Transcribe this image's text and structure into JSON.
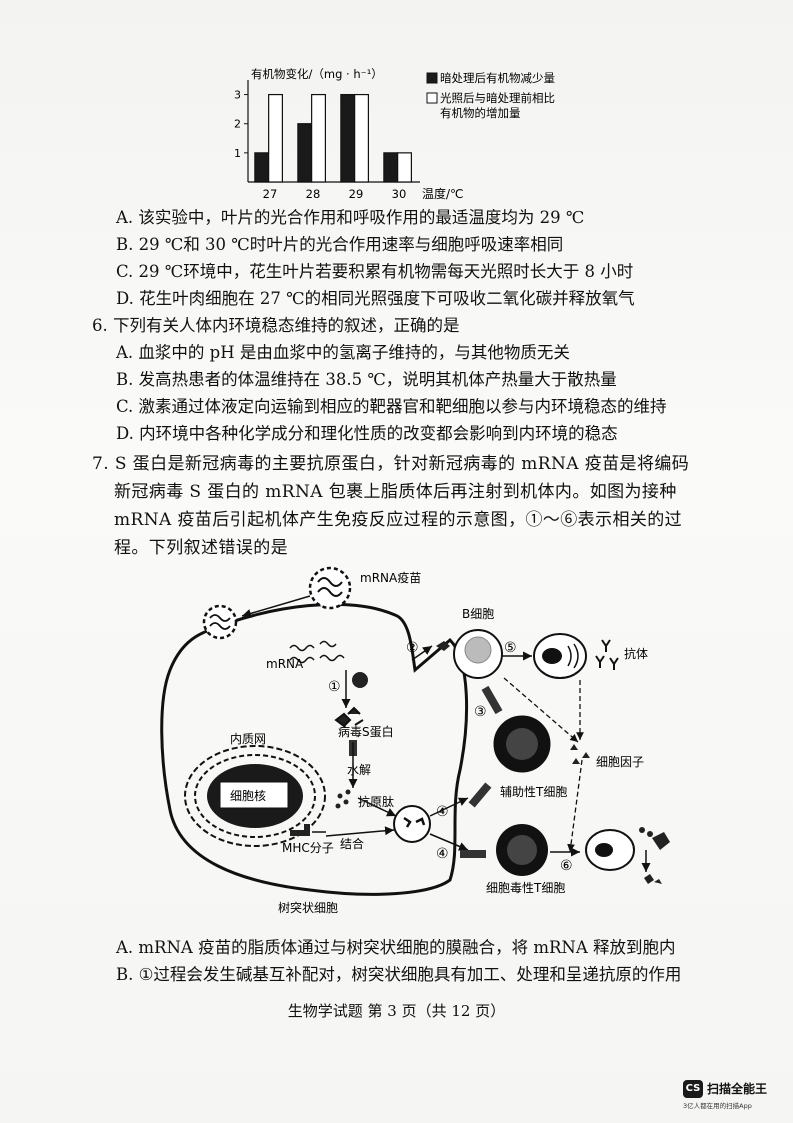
{
  "chart_data": {
    "type": "bar",
    "ylabel": "有机物变化/（mg · h⁻¹）",
    "xlabel": "温度/℃",
    "categories": [
      "27",
      "28",
      "29",
      "30"
    ],
    "yticks": [
      "1",
      "2",
      "3"
    ],
    "ylim": [
      0,
      3.5
    ],
    "series": [
      {
        "name": "暗处理后有机物减少量",
        "values": [
          1,
          2,
          3,
          1
        ],
        "fill": "#1a1a1a"
      },
      {
        "name": "光照后与暗处理前相比有机物的增加量",
        "values": [
          3,
          3,
          3,
          1
        ],
        "fill": "#ffffff"
      }
    ],
    "legend": {
      "dark_label": "暗处理后有机物减少量",
      "light_label_line1": "光照后与暗处理前相比",
      "light_label_line2": "有机物的增加量"
    }
  },
  "q5_options": {
    "A": "A. 该实验中，叶片的光合作用和呼吸作用的最适温度均为 29 ℃",
    "B": "B. 29 ℃和 30 ℃时叶片的光合作用速率与细胞呼吸速率相同",
    "C": "C. 29 ℃环境中，花生叶片若要积累有机物需每天光照时长大于 8 小时",
    "D": "D. 花生叶肉细胞在 27 ℃的相同光照强度下可吸收二氧化碳并释放氧气"
  },
  "q6": {
    "stem": "6. 下列有关人体内环境稳态维持的叙述，正确的是",
    "A": "A. 血浆中的 pH 是由血浆中的氢离子维持的，与其他物质无关",
    "B": "B. 发高热患者的体温维持在 38.5 ℃，说明其机体产热量大于散热量",
    "C": "C. 激素通过体液定向运输到相应的靶器官和靶细胞以参与内环境稳态的维持",
    "D": "D. 内环境中各种化学成分和理化性质的改变都会影响到内环境的稳态"
  },
  "q7": {
    "line1": "7. S 蛋白是新冠病毒的主要抗原蛋白，针对新冠病毒的 mRNA 疫苗是将编码",
    "line2": "新冠病毒 S 蛋白的 mRNA 包裹上脂质体后再注射到机体内。如图为接种",
    "line3": "mRNA 疫苗后引起机体产生免疫反应过程的示意图，①～⑥表示相关的过",
    "line4": "程。下列叙述错误的是"
  },
  "diagram": {
    "vaccine": "mRNA疫苗",
    "mrna": "mRNA",
    "b_cell": "B细胞",
    "antibody": "抗体",
    "er": "内质网",
    "virus_s_protein": "病毒S蛋白",
    "hydrolysis": "水解",
    "nucleus": "细胞核",
    "antigen_peptide": "抗原肽",
    "mhc": "MHC分子",
    "bind": "结合",
    "cytokine": "细胞因子",
    "helper_t": "辅助性T细胞",
    "cytotoxic_t": "细胞毒性T细胞",
    "dendritic": "树突状细胞",
    "step1": "①",
    "step2": "②",
    "step3": "③",
    "step4a": "④",
    "step4b": "④",
    "step5": "⑤",
    "step6": "⑥"
  },
  "q7_options": {
    "A": "A. mRNA 疫苗的脂质体通过与树突状细胞的膜融合，将 mRNA 释放到胞内",
    "B": "B. ①过程会发生碱基互补配对，树突状细胞具有加工、处理和呈递抗原的作用"
  },
  "footer": "生物学试题  第 3 页（共 12 页）",
  "scanner": {
    "logo": "CS",
    "name": "扫描全能王",
    "sub": "3亿人都在用的扫描App"
  }
}
